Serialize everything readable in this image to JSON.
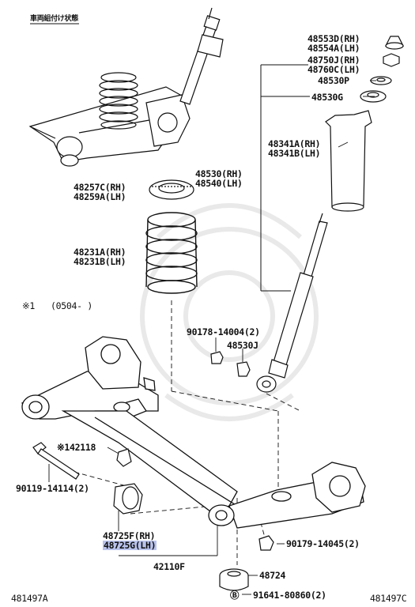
{
  "header": {
    "title": "車両組付け状態"
  },
  "note": {
    "marker": "※1",
    "range": "(0504-   )"
  },
  "footer": {
    "left_code": "481497A",
    "right_code": "481497C"
  },
  "parts": {
    "p48553D": "48553D(RH)",
    "p48554A": "48554A(LH)",
    "p48750J": "48750J(RH)",
    "p48760C": "48760C(LH)",
    "p48530P": "48530P",
    "p48530G": "48530G",
    "p48341A": "48341A(RH)",
    "p48341B": "48341B(LH)",
    "p48530": "48530(RH)",
    "p48540": "48540(LH)",
    "p48257C": "48257C(RH)",
    "p48259A": "48259A(LH)",
    "p48231A": "48231A(RH)",
    "p48231B": "48231B(LH)",
    "p90178": "90178-14004(2)",
    "p48530J": "48530J",
    "p42118": "※142118",
    "p90119": "90119-14114(2)",
    "p48725F": "48725F(RH)",
    "p48725G": "48725G(LH)",
    "p42110F": "42110F",
    "p90179": "90179-14045(2)",
    "p48724": "48724",
    "p91641_prefix": "Ⓑ",
    "p91641": "91641-80860(2)"
  },
  "highlight_color": "#b9c3ec"
}
